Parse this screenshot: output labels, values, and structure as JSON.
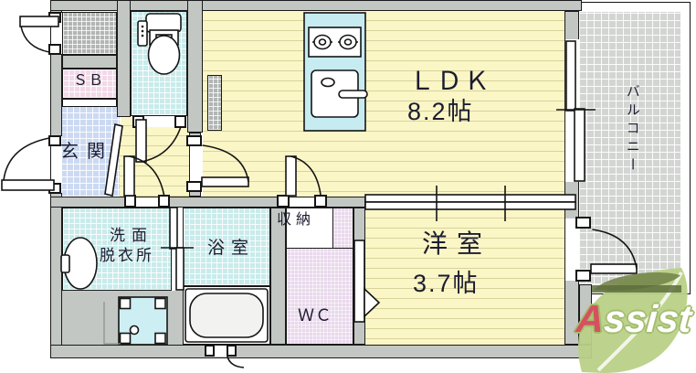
{
  "plan": {
    "rooms": {
      "ldk": {
        "name": "ＬＤＫ",
        "size": "8.2帖"
      },
      "yoshitsu": {
        "name": "洋室",
        "size": "3.7帖"
      },
      "genkan": {
        "name": "玄関"
      },
      "shoebox": {
        "name": "ＳＢ"
      },
      "senmen": {
        "line1": "洗面",
        "line2": "脱衣所"
      },
      "yokushitsu": {
        "name": "浴室"
      },
      "shuno": {
        "name": "収納"
      },
      "wc": {
        "name": "ＷＣ"
      },
      "balcony": {
        "name": "バルコニー"
      }
    },
    "logo": {
      "brand": "Assist",
      "initial": "A",
      "rest": "ssist"
    },
    "colors": {
      "wall": "#c3c7c4",
      "floor_yellow": "#faf6c6",
      "floor_line": "#d9d29b",
      "genkan_blue": "#ccd9f2",
      "wet_cyan": "#c9ebeb",
      "sb_pink": "#f2d9e8",
      "wc_pink": "#e9d8ec",
      "balcony_gray": "#d3d5d3",
      "kitchen_cyan": "#c6ecf2",
      "leaf_green": "#b9d187",
      "logo_outline_green": "#a3bd6d",
      "logo_a_red": "#d6505f"
    }
  }
}
